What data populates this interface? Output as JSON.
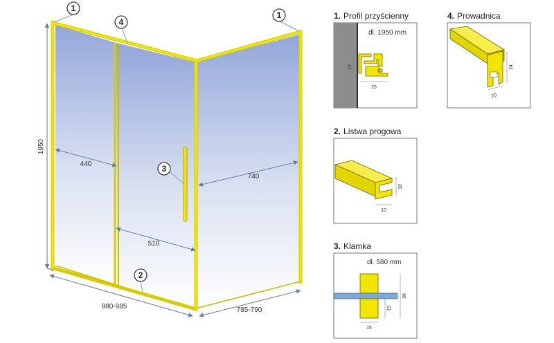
{
  "callouts": {
    "c1_left": "1",
    "c4": "4",
    "c1_right": "1",
    "c3": "3",
    "c2": "2"
  },
  "dimensions": {
    "height": "1950",
    "fixed_panel": "440",
    "right_wall": "740",
    "door_opening": "510",
    "front_width": "980-985",
    "side_width": "785-790"
  },
  "details": {
    "profile": {
      "num": "1.",
      "title": "Profil przyścienny",
      "length": "dł. 1950 mm",
      "d1": "22",
      "d2": "25"
    },
    "guide": {
      "num": "4.",
      "title": "Prowadnica",
      "d1": "24",
      "d2": "20"
    },
    "threshold": {
      "num": "2.",
      "title": "Listwa progowa",
      "d1": "10",
      "d2": "10"
    },
    "handle": {
      "num": "3.",
      "title": "Klamka",
      "length": "dł. 580 mm",
      "d1": "36",
      "d2": "15",
      "d3": "15"
    }
  },
  "colors": {
    "gold": "#f2e600",
    "gold_dark": "#b8a800",
    "glass_top": "#9fb0dd",
    "glass_bottom": "#ffffff",
    "wall": "#8a8a8a",
    "dim_line": "#6a86a8"
  }
}
